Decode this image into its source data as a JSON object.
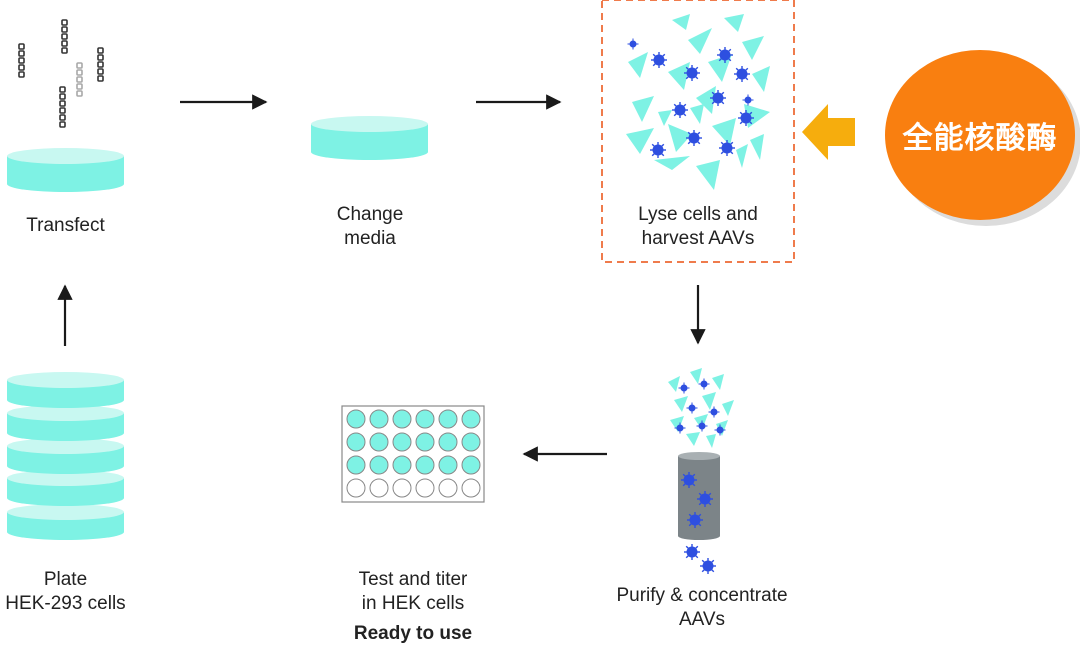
{
  "steps": {
    "transfect": {
      "label": "Transfect"
    },
    "change_media": {
      "line1": "Change",
      "line2": "media"
    },
    "lyse": {
      "line1": "Lyse cells and",
      "line2": "harvest AAVs"
    },
    "purify": {
      "line1": "Purify & concentrate",
      "line2": "AAVs"
    },
    "test": {
      "line1": "Test and titer",
      "line2": "in HEK cells",
      "line3": "Ready to use"
    },
    "plate": {
      "line1": "Plate",
      "line2": "HEK-293 cells"
    }
  },
  "badge": {
    "text": "全能核酸酶"
  },
  "colors": {
    "cell_fill": "#7ef2e4",
    "cell_stripe": "#c8f8f1",
    "arrow": "#1a1a1a",
    "virus": "#2e4fe0",
    "badge": "#f97f10",
    "highlight_arrow": "#f6ad0d",
    "dashed_box": "#ef7b4c",
    "column": "#7c8488"
  }
}
